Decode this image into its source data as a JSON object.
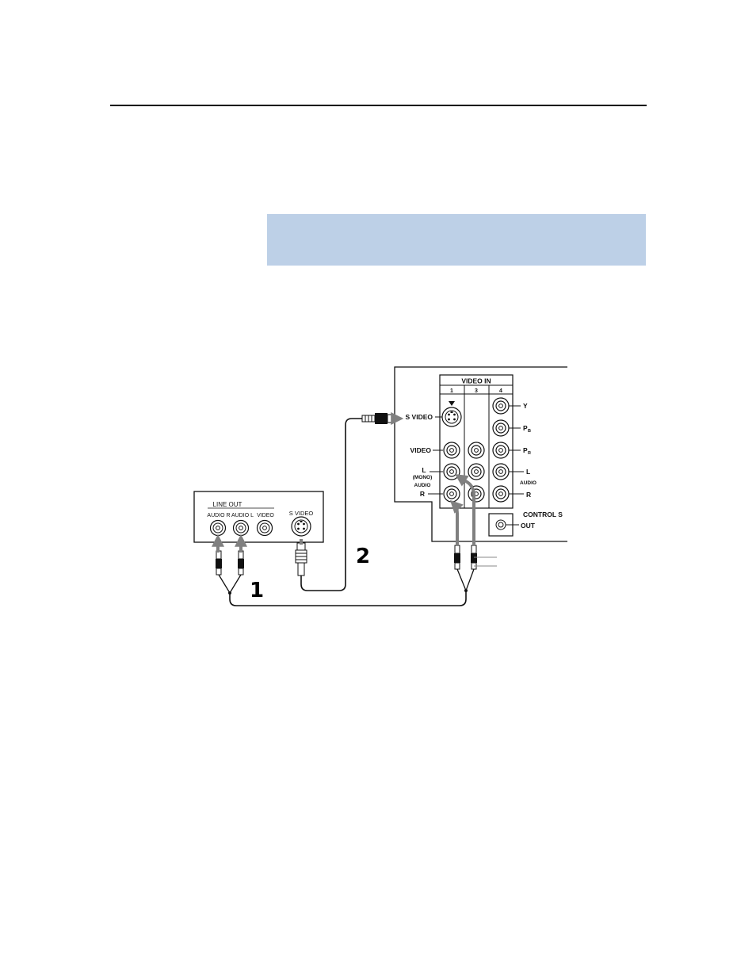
{
  "tv_panel": {
    "group_title": "VIDEO IN",
    "columns": [
      "1",
      "3",
      "4"
    ],
    "s_video_label": "S VIDEO",
    "video_label": "VIDEO",
    "audio_l_label": "L",
    "mono_label": "(MONO)",
    "audio_label": "AUDIO",
    "audio_r_label": "R",
    "comp_y": "Y",
    "comp_pb": "P",
    "comp_pb_sub": "B",
    "comp_pr": "P",
    "comp_pr_sub": "R",
    "comp_l": "L",
    "comp_audio": "AUDIO",
    "comp_r": "R",
    "control_s": "CONTROL S",
    "control_out": "OUT"
  },
  "source_device": {
    "line_out_label": "LINE OUT",
    "audio_r_label": "AUDIO R",
    "audio_l_label": "AUDIO L",
    "video_label": "VIDEO",
    "s_video_label": "S VIDEO"
  },
  "steps": {
    "one": "1",
    "two": "2"
  },
  "colors": {
    "band": "#bdd0e7",
    "arrow": "#808080"
  }
}
